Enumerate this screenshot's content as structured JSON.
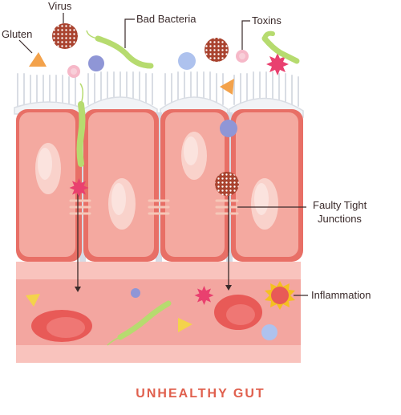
{
  "labels": {
    "virus": "Virus",
    "gluten": "Gluten",
    "bad_bacteria": "Bad Bacteria",
    "toxins": "Toxins",
    "faulty_tight_junctions_line1": "Faulty Tight",
    "faulty_tight_junctions_line2": "Junctions",
    "inflammation": "Inflammation"
  },
  "caption": "UNHEALTHY GUT",
  "colors": {
    "caption": "#e0604e",
    "cell_fill": "#f4a9a0",
    "cell_edge": "#e86f66",
    "nucleus": "#f9d2cb",
    "vessel": "#f3a6a0",
    "vessel_wall": "#f9c3bd",
    "red_blood_cell": "#e85a57",
    "virus": "#a9432f",
    "bacteria": "#b6db6f",
    "toxin": "#e9406f",
    "gluten": "#f3a24b",
    "blue_particle": "#9fb4e0",
    "inflammation": "#f4c020",
    "leader_line": "#3a2a2a"
  }
}
